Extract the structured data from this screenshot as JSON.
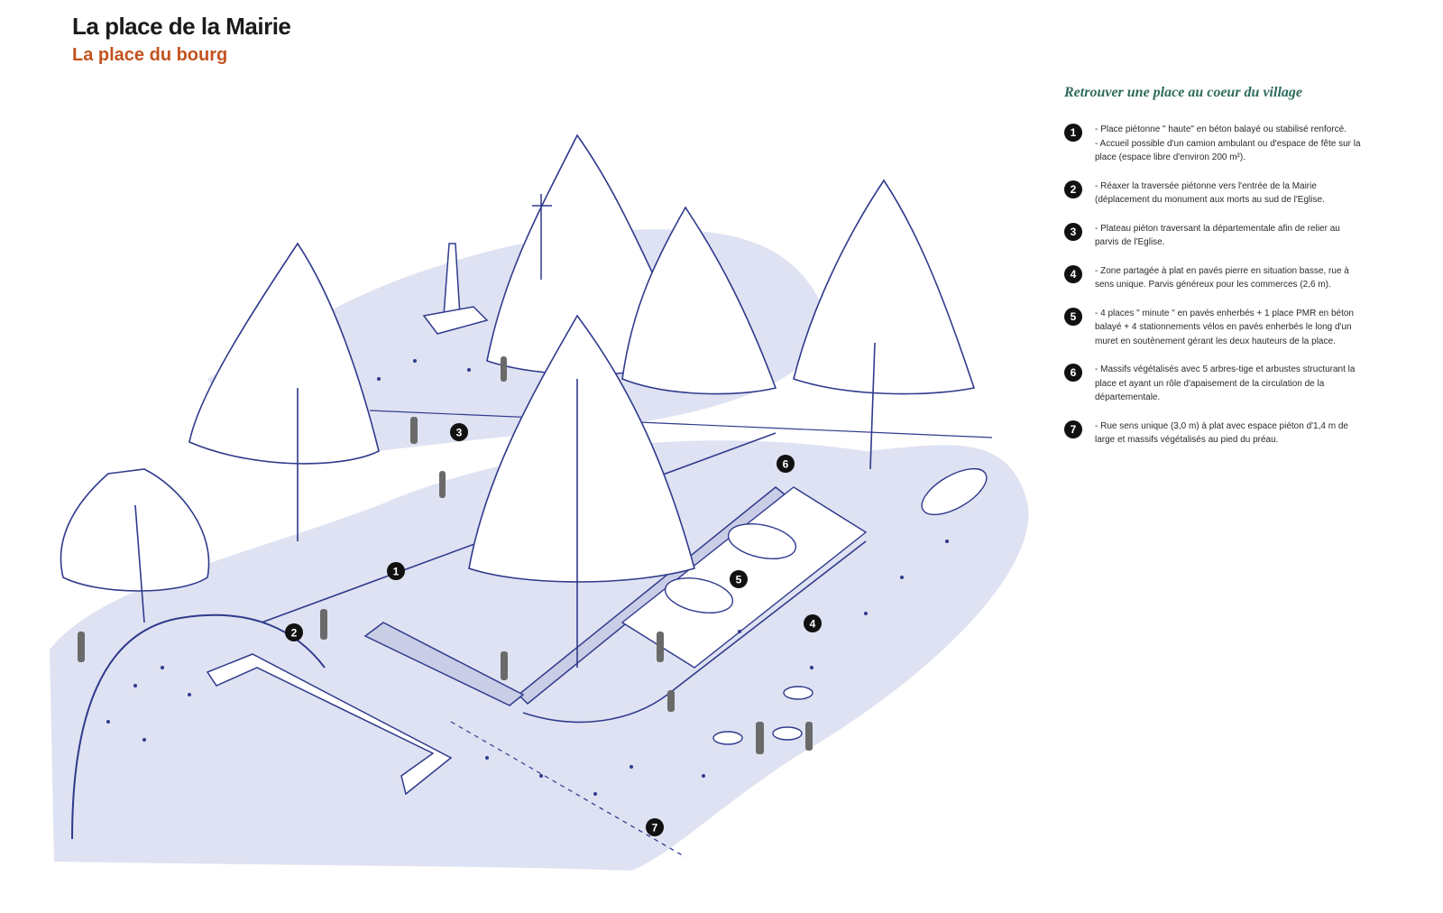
{
  "header": {
    "title": "La place de la Mairie",
    "subtitle": "La place du bourg"
  },
  "sidebar": {
    "title": "Retrouver une place au coeur du village",
    "items": [
      {
        "number": "1",
        "lines": [
          "- Place piétonne \" haute\" en béton balayé ou stabilisé renforcé.",
          "- Accueil possible d'un camion ambulant ou d'espace de fête sur la place (espace libre d'environ 200 m²)."
        ]
      },
      {
        "number": "2",
        "lines": [
          "- Réaxer la traversée piétonne vers l'entrée de la Mairie (déplacement du monument aux morts au sud de l'Eglise."
        ]
      },
      {
        "number": "3",
        "lines": [
          "- Plateau piéton traversant la départementale afin de relier au parvis de l'Eglise."
        ]
      },
      {
        "number": "4",
        "lines": [
          "- Zone partagée à plat en pavés pierre en situation basse, rue à sens unique. Parvis généreux pour les commerces (2,6 m)."
        ]
      },
      {
        "number": "5",
        "lines": [
          "- 4 places \" minute \" en pavés enherbés + 1 place PMR en béton balayé + 4 stationnements vélos en pavés enherbés le long d'un muret en soutènement gérant les deux hauteurs de la place."
        ]
      },
      {
        "number": "6",
        "lines": [
          "- Massifs végétalisés avec 5 arbres-tige et arbustes structurant la place et ayant un rôle d'apaisement de la circulation de la départementale."
        ]
      },
      {
        "number": "7",
        "lines": [
          "- Rue sens unique (3,0 m) à plat avec espace piéton d'1,4 m de large et massifs végétalisés au pied du préau."
        ]
      }
    ]
  },
  "map_markers": [
    {
      "label": "1"
    },
    {
      "label": "2"
    },
    {
      "label": "3"
    },
    {
      "label": "4"
    },
    {
      "label": "5"
    },
    {
      "label": "6"
    },
    {
      "label": "7"
    }
  ],
  "colors": {
    "wash": "#dfe2f2",
    "wash_dark": "#c9cde6",
    "ink": "#2f3a8c",
    "title": "#1b1b1b",
    "subtitle": "#c2531f",
    "sidebar_title": "#2e6b5b"
  }
}
